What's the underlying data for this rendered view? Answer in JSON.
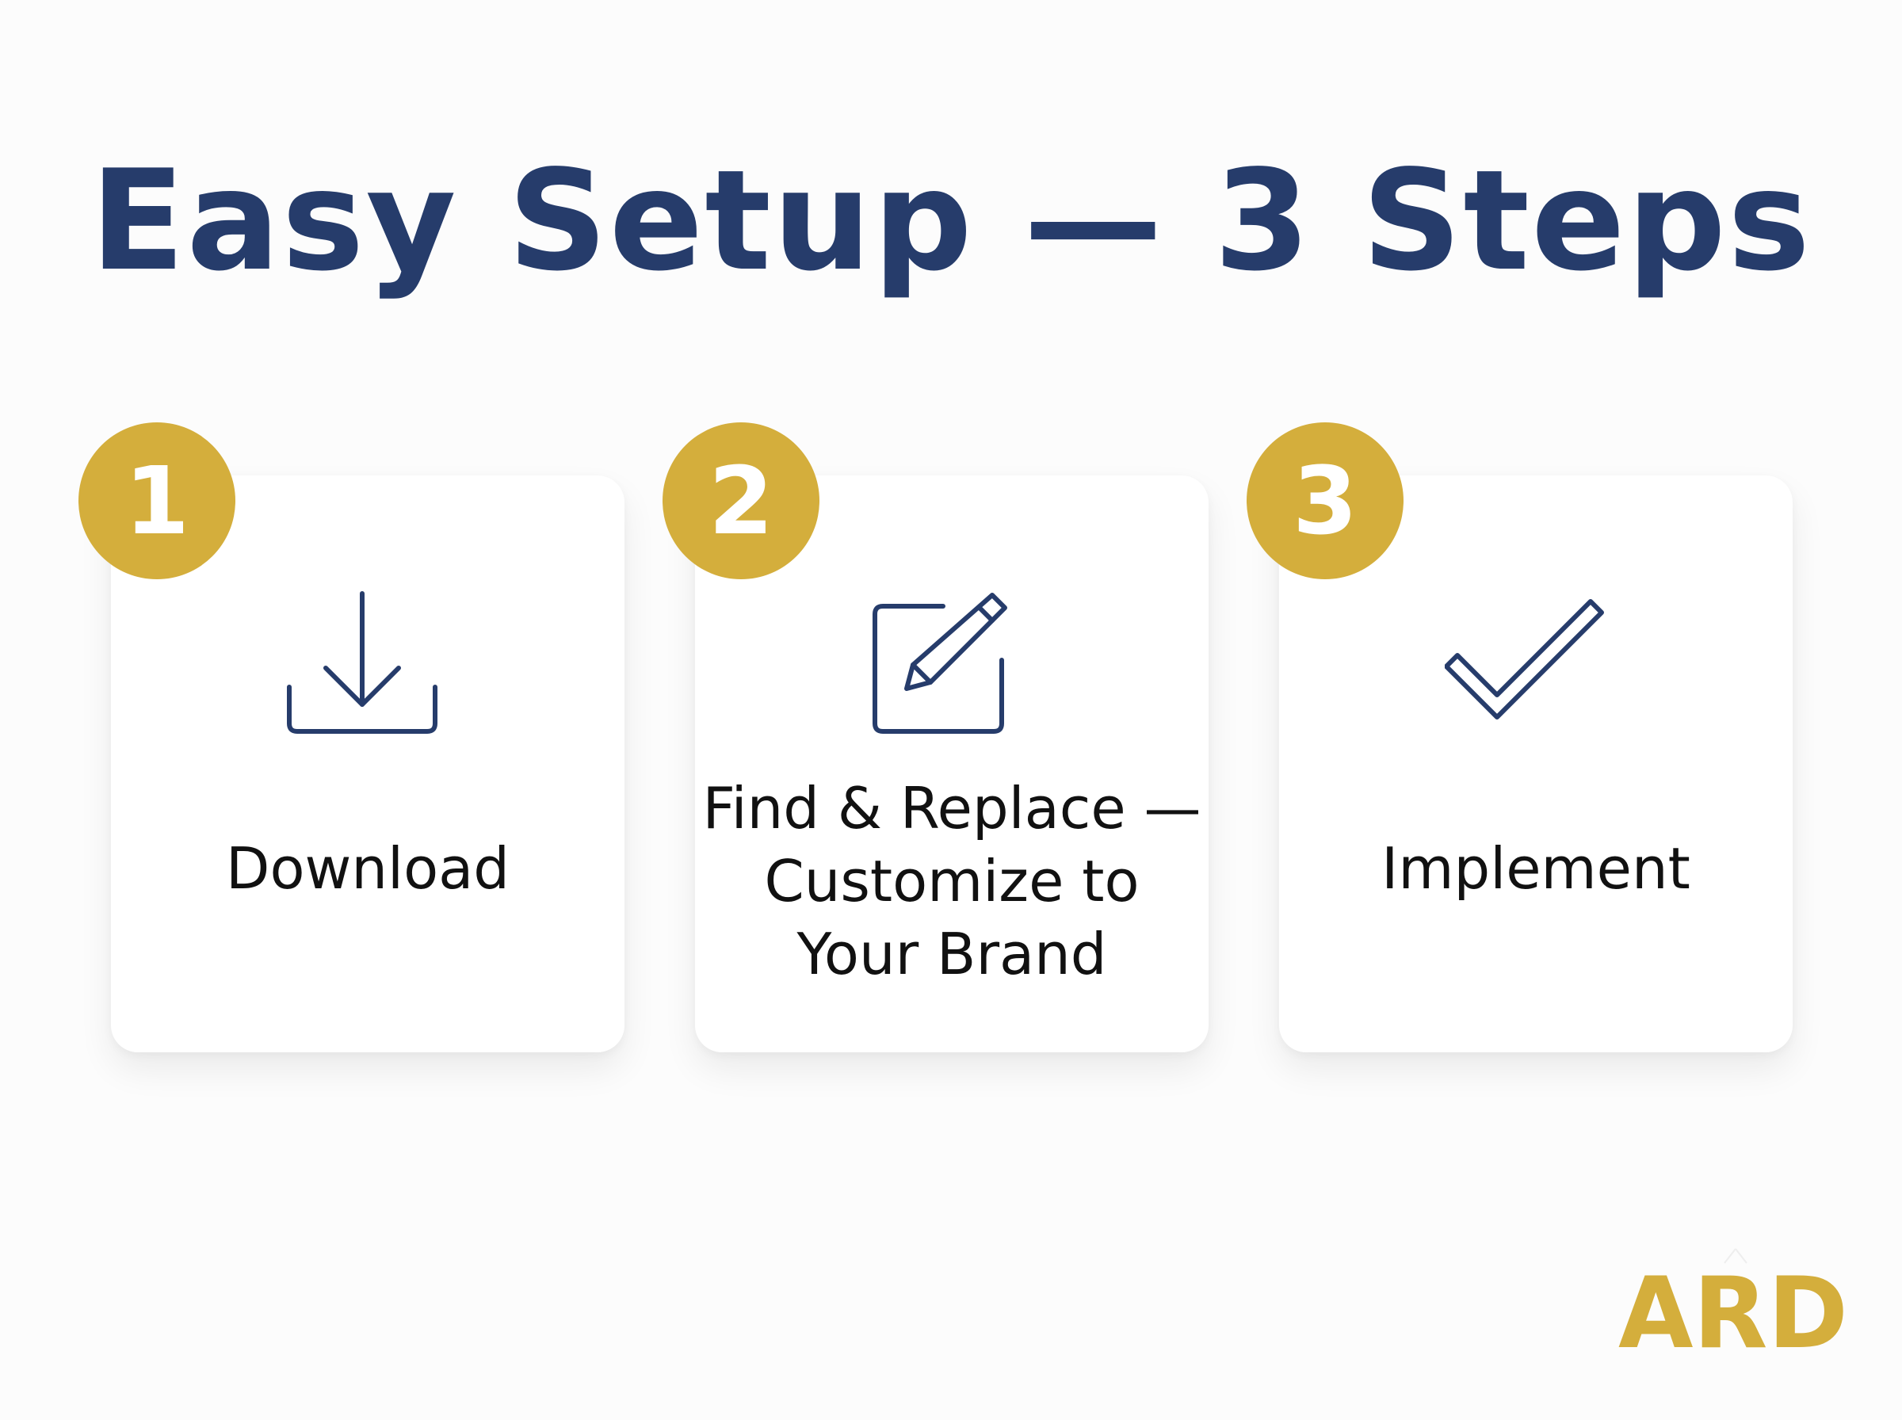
{
  "title": "Easy Setup — 3 Steps",
  "steps": [
    {
      "number": "1",
      "label": "Download",
      "icon": "download-icon"
    },
    {
      "number": "2",
      "label": "Find & Replace — Customize to Your Brand",
      "icon": "edit-icon"
    },
    {
      "number": "3",
      "label": "Implement",
      "icon": "check-icon"
    }
  ],
  "logo": {
    "text": "ARD"
  },
  "colors": {
    "title": "#263c6b",
    "accent": "#d4ae3c",
    "icon_stroke": "#263c6b",
    "label_text": "#111111",
    "background": "#fcfcfc",
    "card": "#ffffff"
  }
}
